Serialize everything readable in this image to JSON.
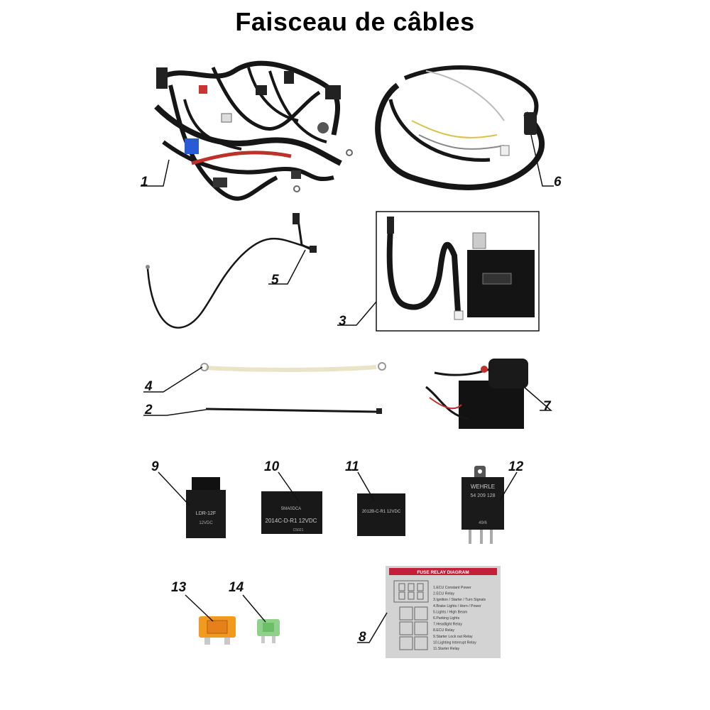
{
  "title": "Faisceau de câbles",
  "callouts": {
    "c1": "1",
    "c2": "2",
    "c3": "3",
    "c4": "4",
    "c5": "5",
    "c6": "6",
    "c7": "7",
    "c8": "8",
    "c9": "9",
    "c10": "10",
    "c11": "11",
    "c12": "12",
    "c13": "13",
    "c14": "14"
  },
  "relay9": {
    "l1": "LDR-12F",
    "l2": "12VDC"
  },
  "relay10": {
    "l1": "5MA0DCA",
    "l2": "2014C-D-R1 12VDC",
    "l3": "C5021"
  },
  "relay11": {
    "l1": "2012B-C-R1 12VDC"
  },
  "relay12": {
    "brand": "WEHRLE",
    "l1": "54 209 128",
    "l2": "49/6"
  },
  "fuse_sticker": {
    "header": "FUSE RELAY DIAGRAM",
    "items": [
      "1.ECU Constant Power",
      "2.ECU Relay",
      "3.Ignition / Starter / Turn Signals",
      "4.Brake Lights / Horn / Power",
      "5.Lights / High Beam",
      "6.Parking Lights",
      "7.Headlight Relay",
      "8.ECU Relay",
      "9.Starter Lock out Relay",
      "10.Lighting Interrupt Relay",
      "11.Starter Relay"
    ]
  },
  "colors": {
    "accent": "#c21f3a",
    "fuse_orange": "#f29a1e",
    "fuse_green": "#8fd18a",
    "harness_black": "#161616"
  }
}
